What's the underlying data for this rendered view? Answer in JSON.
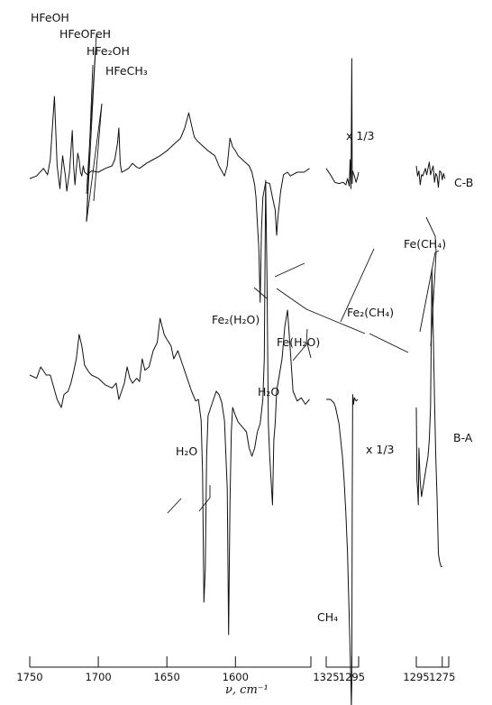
{
  "chart_data": {
    "type": "line",
    "title": "",
    "xlabel": "ν, cm⁻¹",
    "ylabel": "",
    "x_segments": [
      {
        "range": [
          1750,
          1545
        ],
        "tick_values": [
          1750,
          1700,
          1650,
          1600
        ],
        "tick_labels": [
          "1750",
          "1700",
          "1650",
          "1600"
        ]
      },
      {
        "range": [
          1325,
          1287
        ],
        "tick_values": [
          1325,
          1295
        ],
        "tick_labels": [
          "1325",
          "1295"
        ]
      },
      {
        "range": [
          1295,
          1270
        ],
        "tick_values": [
          1295,
          1275
        ],
        "tick_labels": [
          "1295",
          "1275"
        ]
      }
    ],
    "series": [
      {
        "name": "C-B",
        "segments": [
          {
            "x": [
              1750,
              1745,
              1740,
              1737,
              1735,
              1732,
              1730,
              1728,
              1727,
              1726,
              1725,
              1724,
              1723,
              1721,
              1719,
              1718,
              1717,
              1716,
              1715,
              1714,
              1713,
              1712,
              1711,
              1710,
              1708,
              1705,
              1700,
              1695,
              1690,
              1688,
              1686,
              1685,
              1684,
              1683,
              1681,
              1678,
              1675,
              1672,
              1670,
              1665,
              1660,
              1655,
              1650,
              1645,
              1640,
              1637,
              1634,
              1632,
              1630,
              1628,
              1625,
              1620,
              1615,
              1612,
              1610,
              1608,
              1606,
              1604,
              1602,
              1600,
              1598,
              1595,
              1592,
              1590,
              1588,
              1586,
              1585,
              1584,
              1583,
              1582,
              1581,
              1580,
              1578,
              1575,
              1573,
              1571,
              1570,
              1569,
              1567,
              1565,
              1562,
              1560,
              1555,
              1550,
              1546
            ],
            "y": [
              0,
              0.2,
              0.8,
              0.3,
              1.5,
              6.5,
              1,
              -0.8,
              0.5,
              1.8,
              1,
              0.2,
              -1,
              0.5,
              3.8,
              1,
              -0.5,
              0.8,
              2,
              1.5,
              0.5,
              0.2,
              1,
              0.5,
              0.3,
              0.6,
              0.5,
              0.8,
              1,
              1.5,
              2.8,
              4,
              1.2,
              0.5,
              0.6,
              0.8,
              1.2,
              0.9,
              0.8,
              1.2,
              1.5,
              1.8,
              2.2,
              2.7,
              3.2,
              4,
              5.2,
              4.2,
              3.3,
              3,
              2.7,
              2.2,
              1.8,
              1,
              0.6,
              0.2,
              1,
              3.2,
              2.5,
              2.2,
              1.8,
              1.5,
              1.2,
              1,
              0.5,
              -0.5,
              -1.5,
              -3.5,
              -5.5,
              -9.8,
              -4,
              -1.5,
              -0.3,
              -0.4,
              -1.5,
              -2.5,
              -4.5,
              -3,
              -1,
              0.3,
              0.5,
              0.2,
              0.5,
              0.5,
              0.8
            ]
          },
          {
            "x": [
              1325,
              1320,
              1315,
              1310,
              1305,
              1302,
              1300,
              1298,
              1297,
              1296,
              1295.5,
              1295,
              1294.5,
              1294,
              1293,
              1292,
              1290,
              1288,
              1287
            ],
            "y": [
              0.8,
              0.3,
              -0.3,
              -0.4,
              -0.3,
              -0.5,
              0,
              -0.6,
              1.5,
              -0.8,
              3.5,
              9.5,
              -0.4,
              0.6,
              0.4,
              0.2,
              -0.3,
              0.2,
              0.5
            ]
          },
          {
            "x": [
              1295,
              1294,
              1293,
              1292,
              1291,
              1290,
              1288,
              1287,
              1285,
              1284,
              1282,
              1281,
              1280,
              1279,
              1278,
              1277,
              1276,
              1275,
              1274,
              1273
            ],
            "y": [
              1,
              0.2,
              0.6,
              -0.5,
              0.3,
              0.2,
              0.8,
              0.3,
              1.3,
              0.3,
              1,
              -0.3,
              0.4,
              0.2,
              -0.7,
              0.6,
              0.5,
              -0.1,
              0.4,
              0
            ]
          }
        ]
      },
      {
        "name": "B-A",
        "segments": [
          {
            "x": [
              1750,
              1745,
              1742,
              1738,
              1735,
              1730,
              1727,
              1725,
              1722,
              1720,
              1718,
              1716,
              1714,
              1712,
              1710,
              1707,
              1705,
              1700,
              1695,
              1690,
              1687,
              1685,
              1683,
              1681,
              1679,
              1677,
              1675,
              1672,
              1670,
              1668,
              1666,
              1663,
              1660,
              1657,
              1655,
              1652,
              1650,
              1647,
              1645,
              1642,
              1640,
              1636,
              1632,
              1629,
              1627,
              1625,
              1624,
              1623,
              1622,
              1621,
              1620,
              1618,
              1616,
              1614,
              1612,
              1610,
              1608,
              1606,
              1605,
              1604,
              1603,
              1602,
              1600,
              1598,
              1595,
              1592,
              1590,
              1588,
              1586,
              1584,
              1582,
              1580,
              1579,
              1578,
              1577,
              1576,
              1575,
              1573,
              1572,
              1571,
              1570,
              1568,
              1566,
              1564,
              1562,
              1560,
              1558,
              1555,
              1552,
              1549,
              1546
            ],
            "y": [
              2,
              1.8,
              2.5,
              2,
              2,
              0.5,
              0,
              0.8,
              1,
              1.5,
              2.2,
              3,
              4.5,
              3.8,
              2.6,
              2.2,
              2,
              1.8,
              1.4,
              1.2,
              1.5,
              0.5,
              1,
              1.5,
              2.5,
              1.8,
              1.5,
              1.8,
              1.6,
              3,
              2.3,
              2.5,
              3.5,
              4,
              5.5,
              4.5,
              4.2,
              3.8,
              3,
              3.5,
              3,
              2,
              1,
              0.4,
              0.5,
              -0.8,
              -4,
              -12,
              -10,
              -3,
              -0.5,
              0,
              0.5,
              1,
              0.8,
              0.3,
              -0.8,
              -5,
              -14,
              -6,
              -1.5,
              0,
              -0.5,
              -0.9,
              -1.2,
              -1.5,
              -2.5,
              -3,
              -2.5,
              -1.5,
              -1,
              0.5,
              3,
              14,
              8,
              -1,
              -3,
              -6,
              -2,
              -1,
              1,
              2,
              3,
              5,
              6,
              3.5,
              1,
              0.4,
              0.6,
              0.2,
              0.5
            ]
          },
          {
            "x": [
              1325,
              1320,
              1316,
              1314,
              1312,
              1310,
              1308,
              1306,
              1304,
              1302,
              1300,
              1299,
              1298,
              1297,
              1296,
              1295.5,
              1295,
              1294.5,
              1294,
              1293,
              1292,
              1290,
              1288
            ],
            "y": [
              0.5,
              0.5,
              0.3,
              0,
              -0.5,
              -1,
              -2,
              -3,
              -4.5,
              -6.5,
              -9,
              -11,
              -13,
              -15,
              -17,
              -18.5,
              -17,
              -6,
              0.8,
              0.2,
              0.6,
              0.4,
              0.5
            ]
          },
          {
            "x": [
              1295,
              1294.5,
              1294,
              1293.5,
              1293,
              1292,
              1291,
              1290,
              1288,
              1286,
              1285,
              1284,
              1283,
              1282,
              1281,
              1280,
              1279,
              1278,
              1277,
              1276,
              1275
            ],
            "y": [
              0,
              -4.5,
              -5,
              -6,
              -2.5,
              -4.5,
              -5.5,
              -5,
              -4,
              -3,
              -2,
              0,
              8.5,
              5,
              0.5,
              -3,
              -5.5,
              -9,
              -9.5,
              -9.8,
              -9.8
            ]
          }
        ]
      }
    ],
    "annotations": [
      {
        "text": "HFeOH"
      },
      {
        "text": "HFeOFeH"
      },
      {
        "text": "HFe₂OH"
      },
      {
        "text": "HFeCH₃"
      },
      {
        "text": "x 1/3"
      },
      {
        "text": "C-B"
      },
      {
        "text": "Fe(CH₄)"
      },
      {
        "text": "Fe₂(CH₄)"
      },
      {
        "text": "Fe₂(H₂O)"
      },
      {
        "text": "Fe(H₂O)"
      },
      {
        "text": "B-A"
      },
      {
        "text": "H₂O"
      },
      {
        "text": "H₂O"
      },
      {
        "text": "x 1/3"
      },
      {
        "text": "CH₄"
      }
    ],
    "grid": false,
    "legend": "none"
  }
}
